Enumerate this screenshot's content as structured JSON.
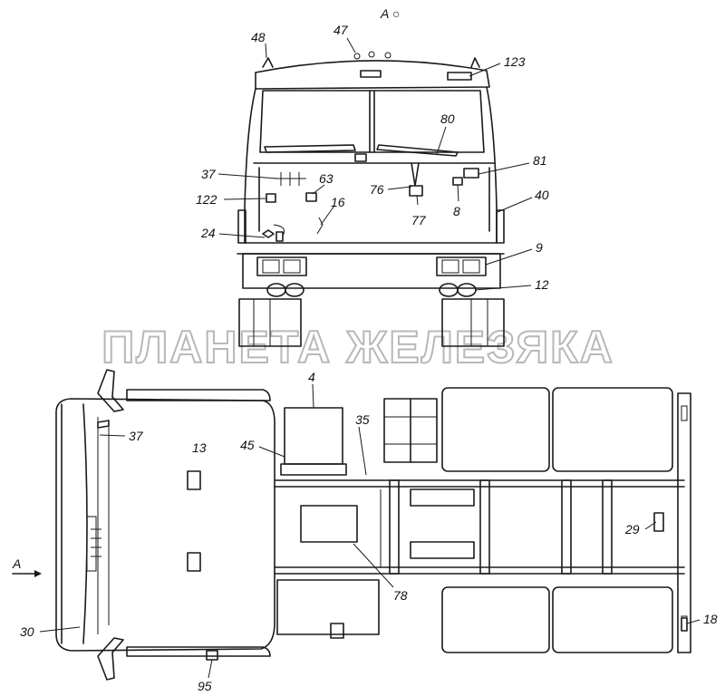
{
  "view_label": "A",
  "view_marker": "○",
  "arrow_label": "A",
  "watermark": "ПЛАНЕТА ЖЕЛЕЗЯКА",
  "labels": {
    "l48": "48",
    "l47": "47",
    "l123": "123",
    "l80": "80",
    "l81": "81",
    "l37a": "37",
    "l63": "63",
    "l76": "76",
    "l40": "40",
    "l122": "122",
    "l16": "16",
    "l77": "77",
    "l8": "8",
    "l24": "24",
    "l9": "9",
    "l12": "12",
    "l4": "4",
    "l35": "35",
    "l37b": "37",
    "l45": "45",
    "l13": "13",
    "l29": "29",
    "l78": "78",
    "l30": "30",
    "l18": "18",
    "l95": "95"
  }
}
